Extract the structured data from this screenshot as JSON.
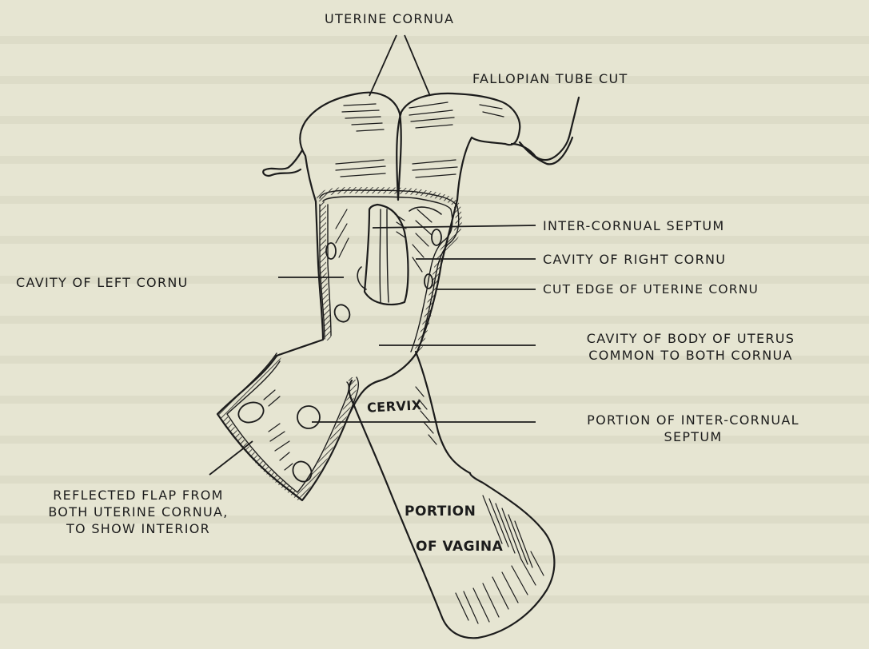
{
  "diagram": {
    "labels": {
      "uterine_cornua": "UTERINE CORNUA",
      "fallopian_tube_cut": "FALLOPIAN TUBE CUT",
      "inter_cornual_septum": "INTER-CORNUAL SEPTUM",
      "cavity_right_cornu": "CAVITY OF RIGHT CORNU",
      "cavity_left_cornu": "CAVITY OF LEFT CORNU",
      "cut_edge": "CUT EDGE OF UTERINE CORNU",
      "cavity_body": {
        "line1": "CAVITY OF BODY OF UTERUS",
        "line2": "COMMON TO BOTH CORNUA"
      },
      "portion_septum": {
        "line1": "PORTION OF INTER-CORNUAL",
        "line2": "SEPTUM"
      },
      "reflected_flap": {
        "line1": "REFLECTED FLAP FROM",
        "line2": "BOTH UTERINE CORNUA,",
        "line3": "TO SHOW INTERIOR"
      }
    },
    "inner_labels": {
      "cervix": "CERVIX",
      "portion_of_vagina_line1": "PORTION",
      "portion_of_vagina_line2": "OF VAGINA"
    },
    "colors": {
      "paper": "#e6e5d2",
      "ink": "#1c1c1c"
    }
  }
}
